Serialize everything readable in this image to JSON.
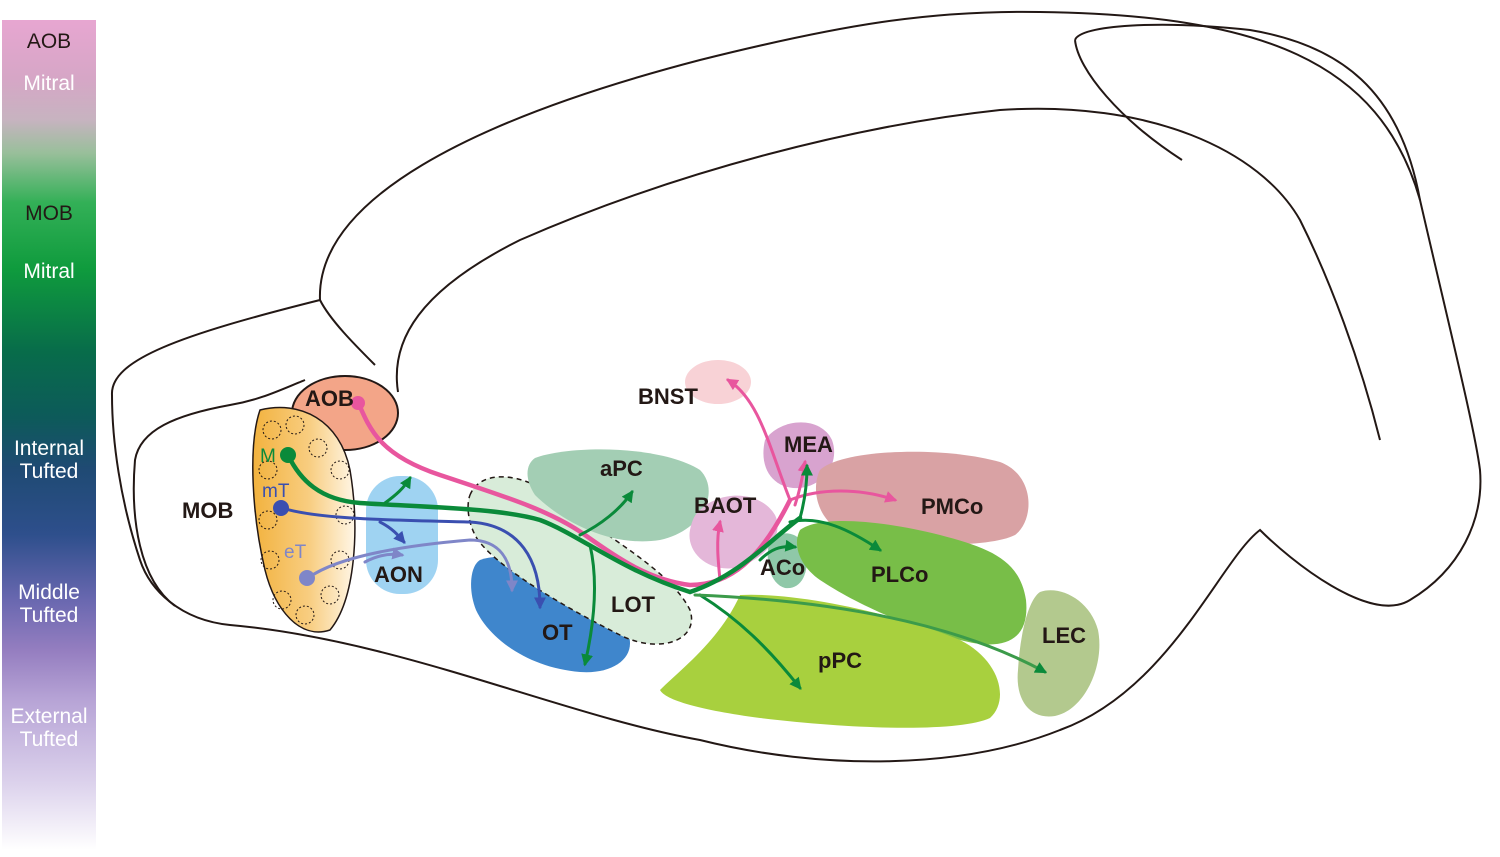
{
  "legend": {
    "items": [
      {
        "text": "AOB",
        "color": "#231815"
      },
      {
        "text": "Mitral",
        "color": "#ffffff"
      },
      {
        "text": "MOB",
        "color": "#231815"
      },
      {
        "text": "Mitral",
        "color": "#ffffff"
      },
      {
        "text": "Internal",
        "color": "#ffffff"
      },
      {
        "text": "Tufted",
        "color": "#ffffff"
      },
      {
        "text": "Middle",
        "color": "#ffffff"
      },
      {
        "text": "Tufted",
        "color": "#ffffff"
      },
      {
        "text": "External",
        "color": "#ffffff"
      },
      {
        "text": "Tufted",
        "color": "#ffffff"
      }
    ]
  },
  "regions": {
    "aob": "AOB",
    "mob": "MOB",
    "aon": "AON",
    "ot": "OT",
    "lot": "LOT",
    "apc": "aPC",
    "bnst": "BNST",
    "baot": "BAOT",
    "mea": "MEA",
    "aco": "ACo",
    "pmco": "PMCo",
    "plco": "PLCo",
    "ppc": "pPC",
    "lec": "LEC"
  },
  "cells": {
    "mitral": "M",
    "middle_tufted": "mT",
    "external_tufted": "eT"
  },
  "colors": {
    "aob_pathway": "#e8569e",
    "mitral_pathway": "#0a8a3a",
    "middle_tufted_pathway": "#3a4fb0",
    "external_tufted_pathway": "#7f86c8",
    "brain_outline": "#231815"
  }
}
